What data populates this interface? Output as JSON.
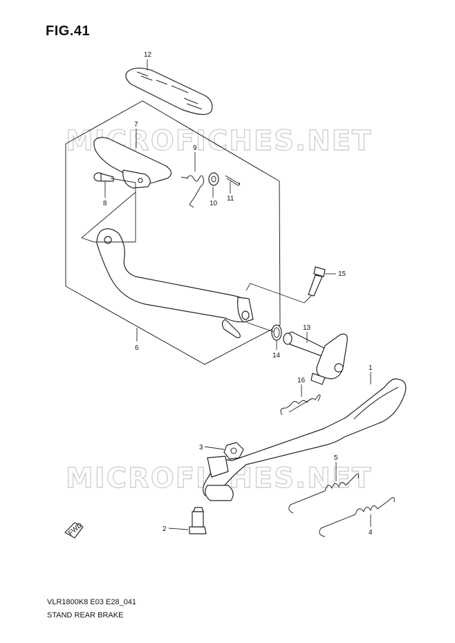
{
  "figure": {
    "title": "FIG.41",
    "code": "VLR1800K8 E03 E28_041",
    "name": "STAND REAR BRAKE"
  },
  "watermark": {
    "text": "MICROFICHES.NET"
  },
  "callouts": [
    "1",
    "2",
    "3",
    "4",
    "5",
    "6",
    "7",
    "8",
    "9",
    "10",
    "11",
    "12",
    "13",
    "14",
    "15",
    "16"
  ],
  "fwd_label": "FWD"
}
